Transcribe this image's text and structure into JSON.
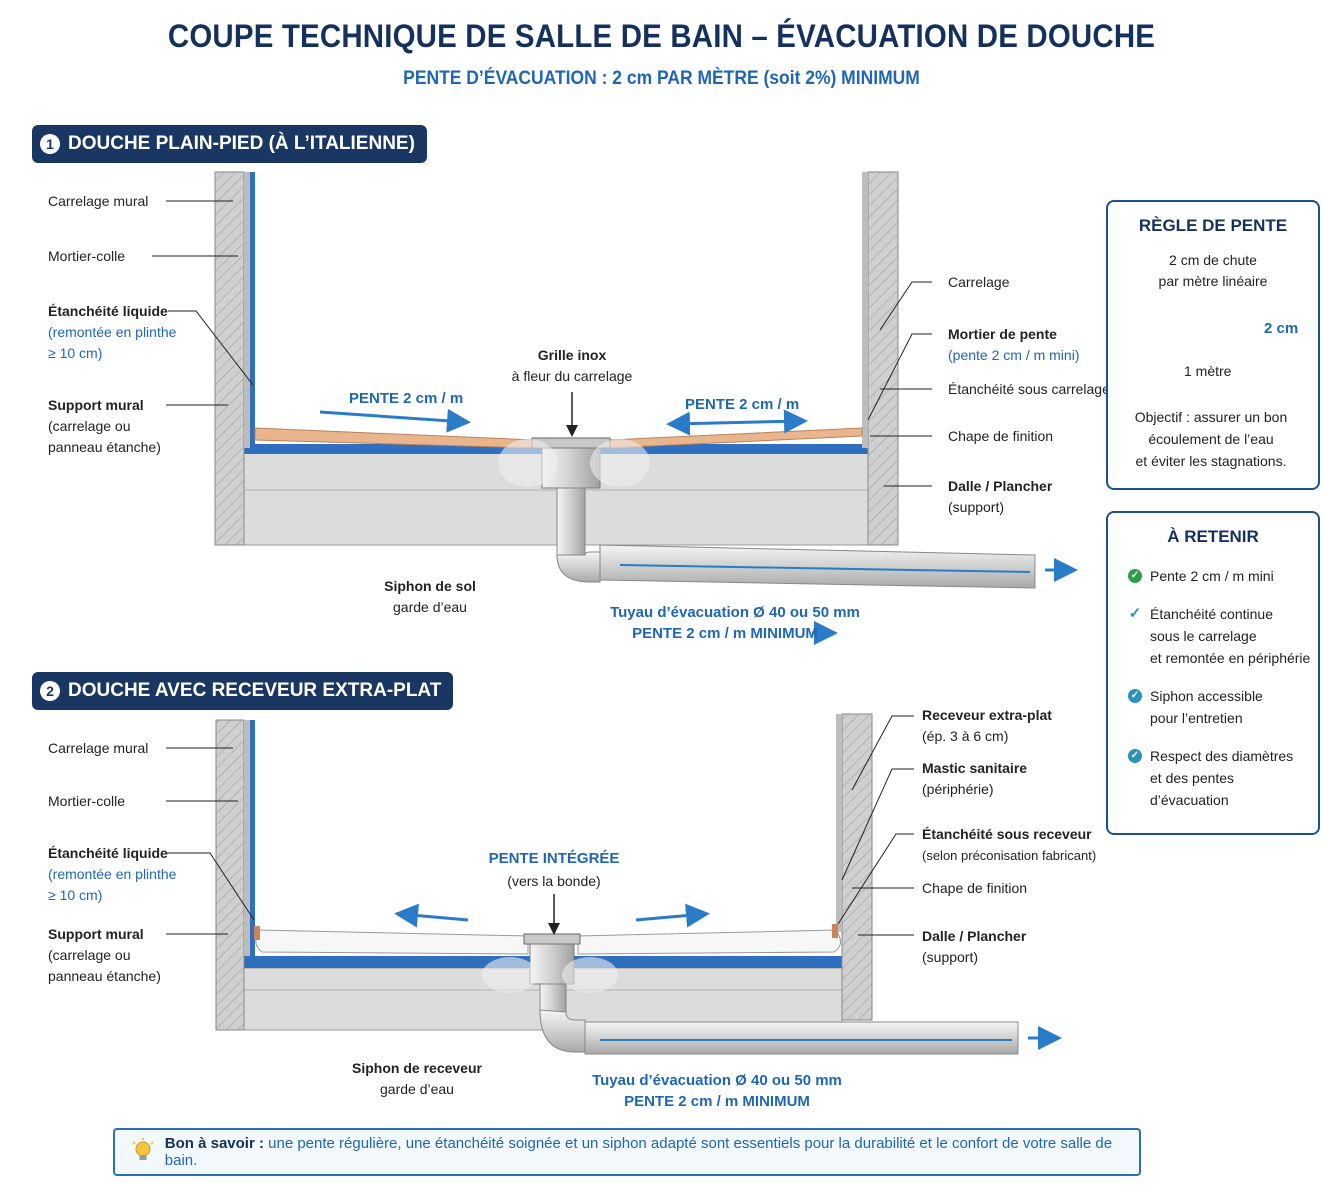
{
  "header": {
    "title": "COUPE TECHNIQUE DE SALLE DE BAIN – ÉVACUATION DE DOUCHE",
    "subtitle": "PENTE D’ÉVACUATION : 2 cm PAR MÈTRE (soit 2%) MINIMUM"
  },
  "section1": {
    "number": "1",
    "title": "DOUCHE PLAIN-PIED (À L’ITALIENNE)",
    "left_labels": {
      "carrelage_mural": "Carrelage mural",
      "mortier_colle": "Mortier-colle",
      "etancheite": "Étanchéité liquide",
      "etancheite_note1": "(remontée en plinthe",
      "etancheite_note2": "≥ 10 cm)",
      "support": "Support mural",
      "support_note1": "(carrelage ou",
      "support_note2": "panneau étanche)"
    },
    "right_labels": {
      "carrelage": "Carrelage",
      "mortier_pente": "Mortier de pente",
      "mortier_pente_note": "(pente 2 cm / m mini)",
      "etancheite_sous": "Étanchéité sous carrelage",
      "chape": "Chape de finition",
      "dalle": "Dalle / Plancher",
      "dalle_note": "(support)"
    },
    "grille1": "Grille inox",
    "grille2": "à fleur du carrelage",
    "pente_left": "PENTE 2 cm / m",
    "pente_right": "PENTE 2 cm / m",
    "siphon1": "Siphon de sol",
    "siphon2": "garde d’eau",
    "tuyau1": "Tuyau d’évacuation Ø 40 ou 50 mm",
    "tuyau2": "PENTE 2 cm / m MINIMUM"
  },
  "section2": {
    "number": "2",
    "title": "DOUCHE AVEC RECEVEUR EXTRA-PLAT",
    "left_labels": {
      "carrelage_mural": "Carrelage mural",
      "mortier_colle": "Mortier-colle",
      "etancheite": "Étanchéité liquide",
      "etancheite_note1": "(remontée en plinthe",
      "etancheite_note2": "≥ 10 cm)",
      "support": "Support mural",
      "support_note1": "(carrelage ou",
      "support_note2": "panneau étanche)"
    },
    "right_labels": {
      "receveur": "Receveur extra-plat",
      "receveur_note": "(ép. 3 à 6 cm)",
      "mastic": "Mastic sanitaire",
      "mastic_note": "(périphérie)",
      "etancheite_sous": "Étanchéité sous receveur",
      "etancheite_sous_note": "(selon préconisation fabricant)",
      "chape": "Chape de finition",
      "dalle": "Dalle / Plancher",
      "dalle_note": "(support)"
    },
    "pente1": "PENTE INTÉGRÉE",
    "pente2": "(vers la bonde)",
    "siphon1": "Siphon de receveur",
    "siphon2": "garde d’eau",
    "tuyau1": "Tuyau d’évacuation Ø 40 ou 50 mm",
    "tuyau2": "PENTE 2 cm / m MINIMUM"
  },
  "regle": {
    "title": "RÈGLE DE PENTE",
    "line1": "2 cm de chute",
    "line2": "par mètre linéaire",
    "drop": "2 cm",
    "length": "1 mètre",
    "obj1": "Objectif : assurer un bon",
    "obj2": "écoulement de l’eau",
    "obj3": "et éviter les stagnations."
  },
  "retenir": {
    "title": "À RETENIR",
    "items": [
      {
        "l1": "Pente 2 cm / m mini",
        "l2": "",
        "l3": ""
      },
      {
        "l1": "Étanchéité continue",
        "l2": "sous le carrelage",
        "l3": "et remontée en périphérie"
      },
      {
        "l1": "Siphon accessible",
        "l2": "pour l’entretien",
        "l3": ""
      },
      {
        "l1": "Respect des diamètres",
        "l2": "et des pentes",
        "l3": "d’évacuation"
      }
    ]
  },
  "tip": {
    "label": "Bon à savoir :",
    "text": " une pente régulière, une étanchéité soignée et un siphon adapté sont essentiels pour la durabilité et le confort de votre salle de bain."
  },
  "colors": {
    "navy": "#1a3763",
    "blue": "#1f66b5",
    "membrane": "#2f6fc0",
    "tile": "#e9b58c",
    "concrete": "#d9d9d9"
  }
}
